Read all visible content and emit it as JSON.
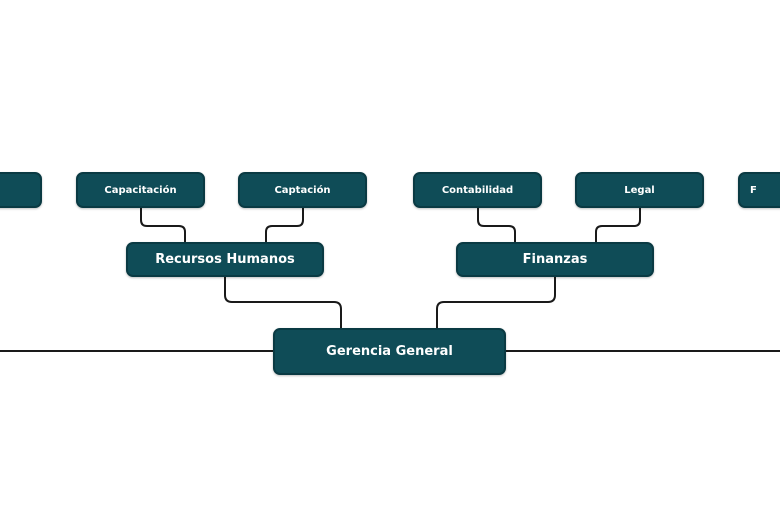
{
  "diagram": {
    "root": {
      "label": "Gerencia General"
    },
    "departments": [
      {
        "label": "Recursos Humanos",
        "children": [
          "Capacitación",
          "Captación"
        ]
      },
      {
        "label": "Finanzas",
        "children": [
          "Contabilidad",
          "Legal"
        ]
      }
    ],
    "cut_off_nodes": {
      "left": "",
      "right": "F"
    }
  },
  "colors": {
    "node_fill": "#0f4c57",
    "node_border": "#0a3a43",
    "node_text": "#ffffff",
    "connector": "#1a1a1a",
    "background": "#ffffff"
  }
}
